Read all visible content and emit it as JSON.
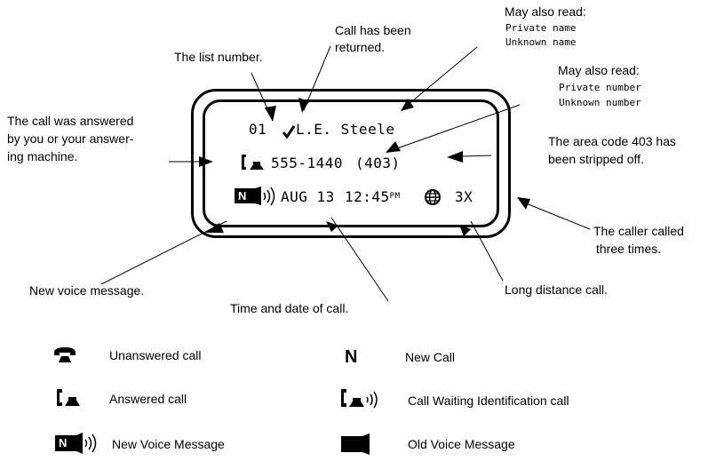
{
  "annotations": {
    "list_number": "The list number.",
    "returned": [
      "Call has been",
      "returned."
    ],
    "name_alt_heading": "May also read:",
    "name_alt_1": "Private name",
    "name_alt_2": "Unknown name",
    "number_alt_heading": "May also read:",
    "number_alt_1": "Private number",
    "number_alt_2": "Unknown number",
    "answered": [
      "The call was answered",
      "by you or your answer-",
      "ing machine."
    ],
    "area_code": [
      "The area code 403 has",
      "been stripped off."
    ],
    "called_times": [
      "The caller called",
      "three times."
    ],
    "new_voice": "New voice message.",
    "long_distance": "Long distance call.",
    "time_date": "Time and date of call."
  },
  "display": {
    "list_no": "01",
    "name": "L.E. Steele",
    "number": "555-1440",
    "area": "(403)",
    "date": "AUG 13",
    "time": "12:45",
    "ampm": "PM",
    "count": "3X",
    "new_badge": "N"
  },
  "legend": {
    "unanswered": "Unanswered call",
    "new_call_symbol": "N",
    "new_call": "New Call",
    "answered": "Answered call",
    "cwid": "Call Waiting Identification call",
    "new_voice": "New Voice Message",
    "new_voice_badge": "N",
    "old_voice": "Old Voice Message"
  }
}
